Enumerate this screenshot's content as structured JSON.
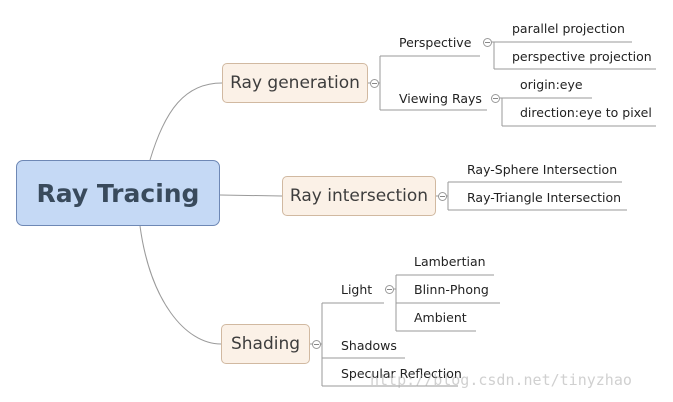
{
  "root": {
    "label": "Ray Tracing"
  },
  "branches": {
    "ray_generation": {
      "label": "Ray generation",
      "perspective": {
        "label": "Perspective",
        "items": [
          "parallel projection",
          "perspective projection"
        ]
      },
      "viewing_rays": {
        "label": "Viewing Rays",
        "items": [
          "origin:eye",
          "direction:eye to pixel"
        ]
      }
    },
    "ray_intersection": {
      "label": "Ray intersection",
      "items": [
        "Ray-Sphere Intersection",
        "Ray-Triangle Intersection"
      ]
    },
    "shading": {
      "label": "Shading",
      "light": {
        "label": "Light",
        "items": [
          "Lambertian",
          "Blinn-Phong",
          "Ambient"
        ]
      },
      "shadows": {
        "label": "Shadows"
      },
      "specular": {
        "label": "Specular Reflection"
      }
    }
  },
  "watermark": "http://blog.csdn.net/tinyzhao",
  "colors": {
    "root_fill": "#c5d9f5",
    "root_border": "#6e88b5",
    "branch_fill": "#fbf1e7",
    "branch_border": "#d1b9a1",
    "connector": "#999999"
  }
}
